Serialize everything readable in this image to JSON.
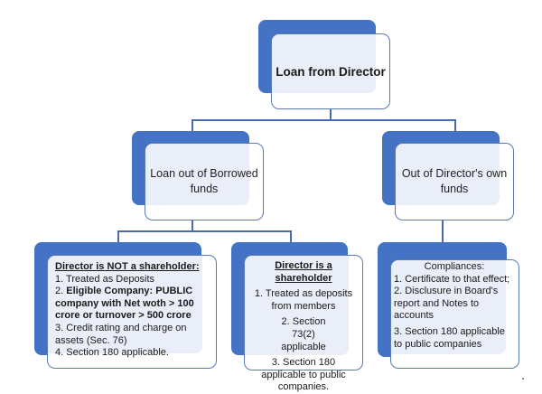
{
  "colors": {
    "accent_blue": "#4472c4",
    "card_border": "#5a7bb0",
    "card_tint": "#e9eef8",
    "connector": "#4a6aa8"
  },
  "root": {
    "label": "Loan from Director"
  },
  "branches": [
    {
      "label": "Loan out of Borrowed funds"
    },
    {
      "label": "Out of Director's own funds"
    }
  ],
  "leaves": {
    "not_shareholder": {
      "heading": "Director is NOT a shareholder:",
      "items": [
        {
          "prefix": "1. ",
          "text": "Treated as Deposits",
          "bold": false
        },
        {
          "prefix": "2. ",
          "text": "Eligible Company: PUBLIC company with Net woth > 100 crore or turnover > 500 crore",
          "bold": true
        },
        {
          "prefix": "3. ",
          "text": "Credit rating and charge on assets (Sec. 76)",
          "bold": false
        },
        {
          "prefix": "4. ",
          "text": "Section 180 applicable.",
          "bold": false
        }
      ]
    },
    "shareholder": {
      "heading": "Director is a shareholder",
      "items": [
        "1. Treated as deposits from members",
        "2. Section 73(2) applicable",
        "3. Section 180 applicable to public companies."
      ]
    },
    "own_funds": {
      "heading": "Compliances:",
      "items": [
        "1. Certificate to that effect;",
        "2. Disclusure in Board's report and Notes to accounts",
        "3. Section 180 applicable to public companies"
      ]
    }
  }
}
